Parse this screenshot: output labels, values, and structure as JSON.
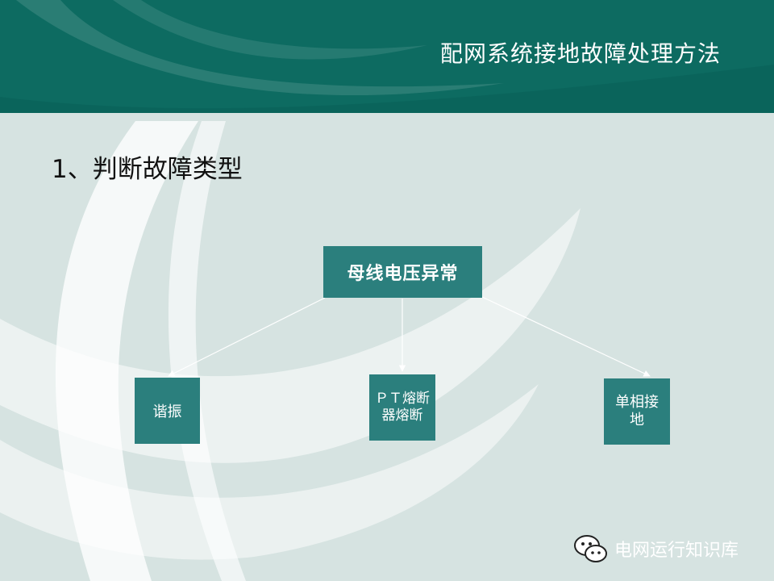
{
  "slide": {
    "title": "配网系统接地故障处理方法",
    "heading": "1、判断故障类型"
  },
  "diagram": {
    "root": "母线电压异常",
    "children": [
      {
        "label": "谐振"
      },
      {
        "label": "ＰＴ熔断器熔断"
      },
      {
        "label": "单相接地"
      }
    ]
  },
  "watermark": {
    "text": "电网运行知识库",
    "icon": "wechat-icon"
  },
  "colors": {
    "header": "#0d6b61",
    "node": "#2b7f7d",
    "background": "#d6e3e1",
    "arrow": "#ffffff"
  }
}
